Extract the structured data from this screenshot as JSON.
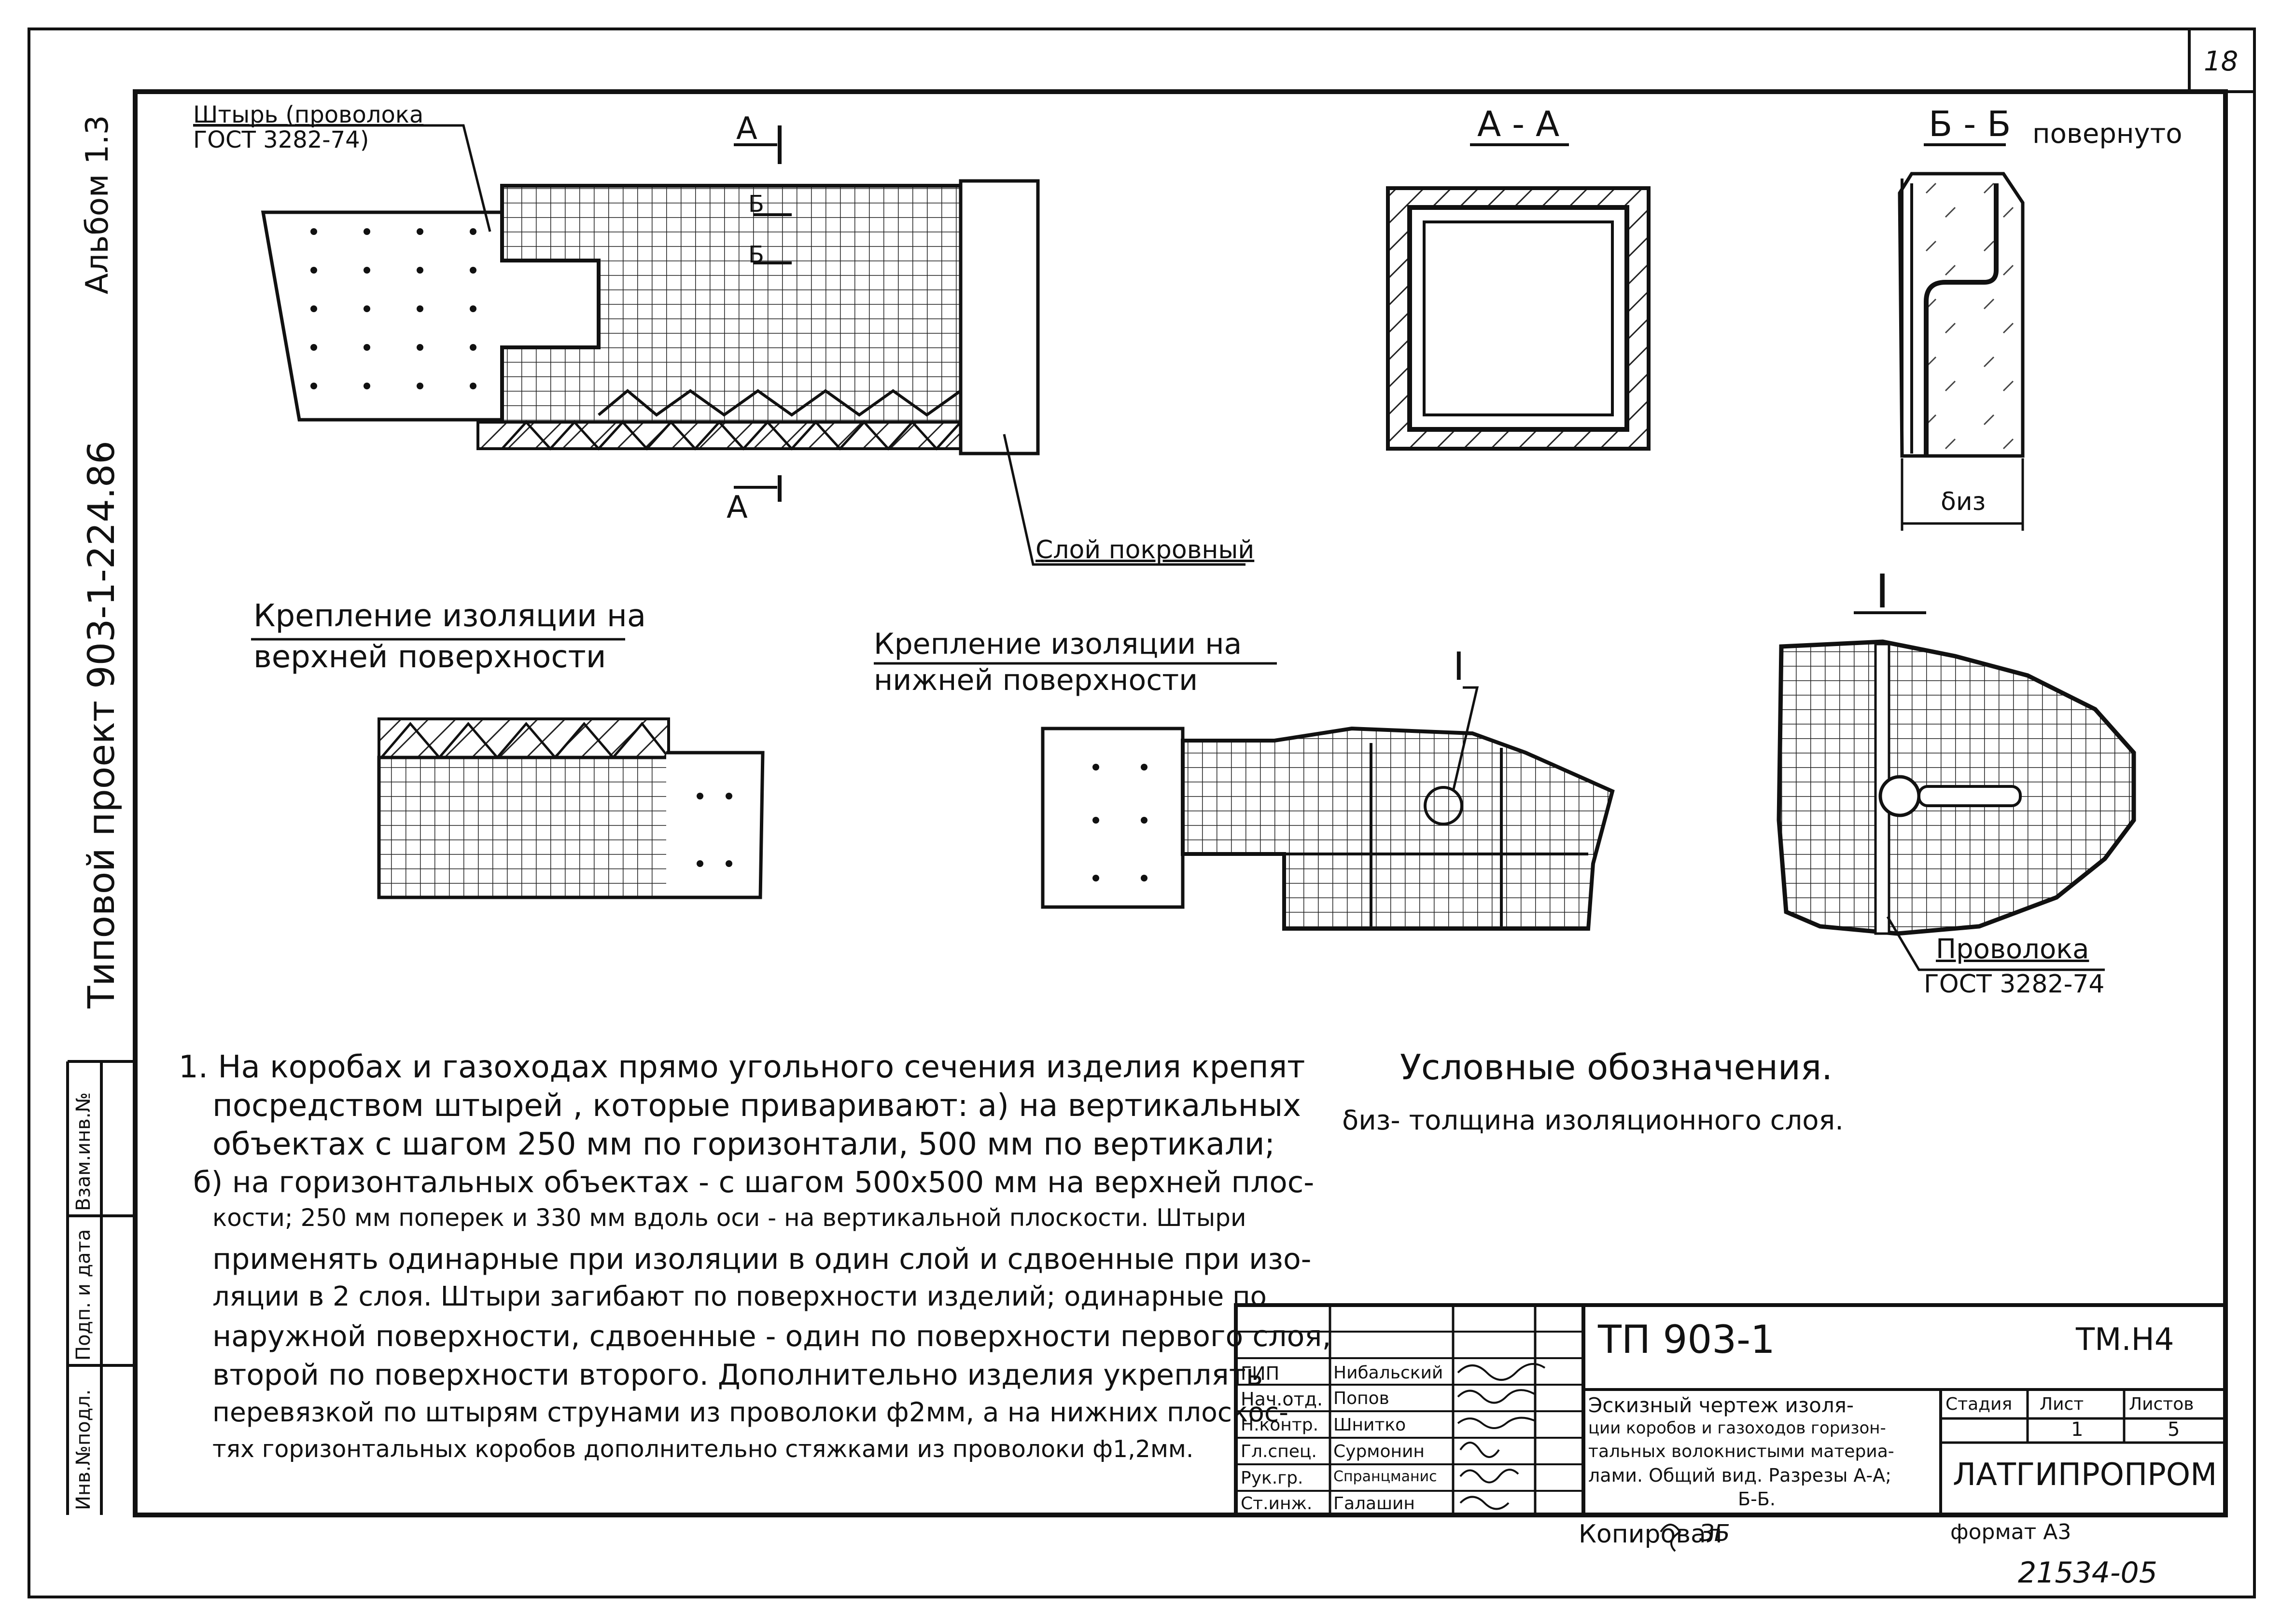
{
  "sheet": {
    "page_number": "18",
    "copy_number": "21534-05",
    "format": "формат А3",
    "copied_by": "Копировал",
    "copied_sign": "ЗБ"
  },
  "side": {
    "album": "Альбом 1.3",
    "project": "Типовой проект 903-1-224.86",
    "stamp_cells": [
      "Инв.№подл.",
      "Подп. и дата",
      "Взам.инв.№"
    ]
  },
  "labels": {
    "pin_label": "Штырь (проволока",
    "pin_gost": "ГОСТ 3282-74)",
    "cut_a_top": "А",
    "cut_a_bottom": "А",
    "cut_b1": "Б",
    "cut_b2": "Б",
    "section_aa": "А - А",
    "section_bb": "Б - Б",
    "rotated": "повернуто",
    "cover_layer": "Слой покровный",
    "thickness": "δиз",
    "top_fix_1": "Крепление изоляции на",
    "top_fix_2": "верхней поверхности",
    "bottom_fix_1": "Крепление изоляции на",
    "bottom_fix_2": "нижней поверхности",
    "node_ref": "I",
    "node_title": "I",
    "wire": "Проволока",
    "wire_gost": "ГОСТ 3282-74"
  },
  "legend": {
    "title": "Условные обозначения.",
    "item": "δиз- толщина изоляционного слоя."
  },
  "notes": [
    "1. На коробах и газоходах прямо угольного сечения изделия крепят",
    "посредством штырей , которые приваривают: а) на вертикальных",
    "объектах с шагом 250 мм по горизонтали, 500 мм по вертикали;",
    "б) на горизонтальных объектах - с шагом 500х500 мм на верхней плос-",
    "кости; 250 мм поперек и 330 мм вдоль оси - на вертикальной плоскости. Штыри",
    "применять одинарные при изоляции в один слой и сдвоенные при изо-",
    "ляции в 2 слоя. Штыри загибают по поверхности изделий; одинарные по",
    "наружной поверхности, сдвоенные - один по поверхности первого слоя,",
    "второй по поверхности второго. Дополнительно изделия укреплять",
    "перевязкой по штырям струнами из проволоки ф2мм, а на нижних плоскос-",
    "тях горизонтальных коробов дополнительно стяжками из проволоки ф1,2мм."
  ],
  "title_block": {
    "project_code": "ТП 903-1",
    "sheet_code": "ТМ.Н4",
    "description": [
      "Эскизный чертеж изоля-",
      "ции коробов и газоходов горизон-",
      "тальных волокнистыми материа-",
      "лами. Общий вид. Разрезы А-А;",
      "Б-Б."
    ],
    "stage_header": "Стадия",
    "sheet_header": "Лист",
    "sheets_header": "Листов",
    "sheet_value": "1",
    "sheets_value": "5",
    "organization": "ЛАТГИПРОПРОМ",
    "staff": [
      {
        "role": "ГИП",
        "name": "Нибальский"
      },
      {
        "role": "Нач.отд.",
        "name": "Попов"
      },
      {
        "role": "Н.контр.",
        "name": "Шнитко"
      },
      {
        "role": "Гл.спец.",
        "name": "Сурмонин"
      },
      {
        "role": "Рук.гр.",
        "name": "Спранцманис"
      },
      {
        "role": "Ст.инж.",
        "name": "Галашин"
      }
    ]
  }
}
